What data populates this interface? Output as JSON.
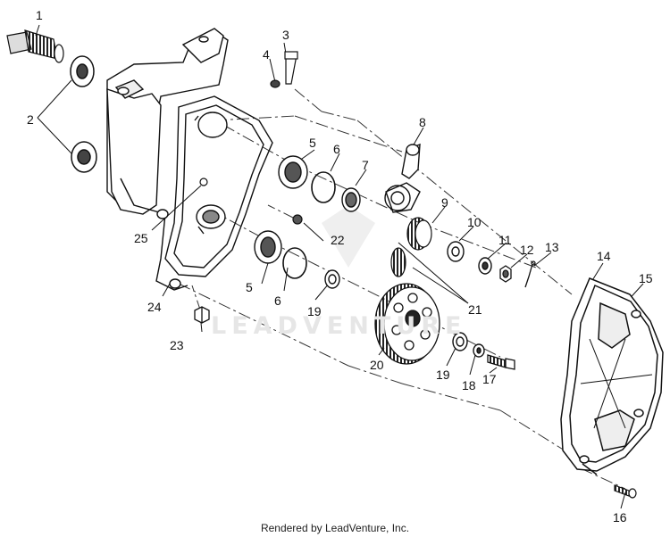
{
  "watermark": "LEADVENTURE",
  "footer": "Rendered by LeadVenture, Inc.",
  "callouts": [
    "1",
    "2",
    "3",
    "4",
    "5",
    "6",
    "7",
    "8",
    "9",
    "10",
    "11",
    "12",
    "13",
    "14",
    "15",
    "16",
    "17",
    "18",
    "19",
    "20",
    "21",
    "22",
    "23",
    "24",
    "25",
    "5",
    "6",
    "19"
  ]
}
